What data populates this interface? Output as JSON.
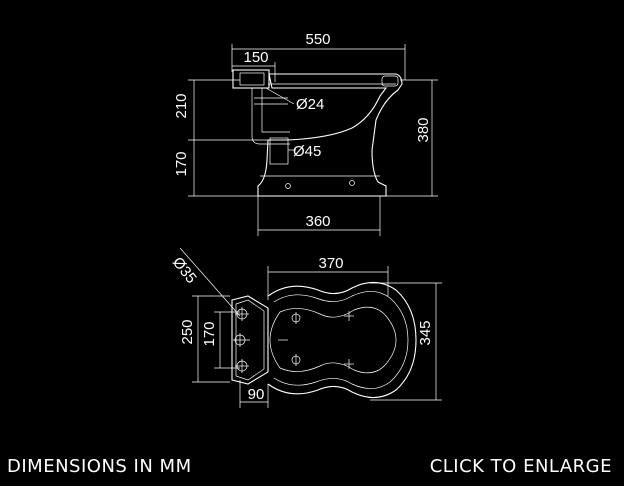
{
  "captions": {
    "units": "DIMENSIONS IN MM",
    "enlarge": "CLICK TO ENLARGE"
  },
  "side_view": {
    "overall_width": "550",
    "cistern_offset": "150",
    "inlet_diameter": "Ø24",
    "upper_height": "210",
    "lower_height": "170",
    "outlet_diameter": "Ø45",
    "total_height": "380",
    "base_width": "360"
  },
  "plan_view": {
    "pan_width": "370",
    "bolt_diameter": "Ø35",
    "bracket_height": "250",
    "bolt_spacing": "170",
    "pan_depth": "345",
    "bracket_width": "90"
  },
  "colors": {
    "background": "#000000",
    "lines": "#ffffff"
  }
}
